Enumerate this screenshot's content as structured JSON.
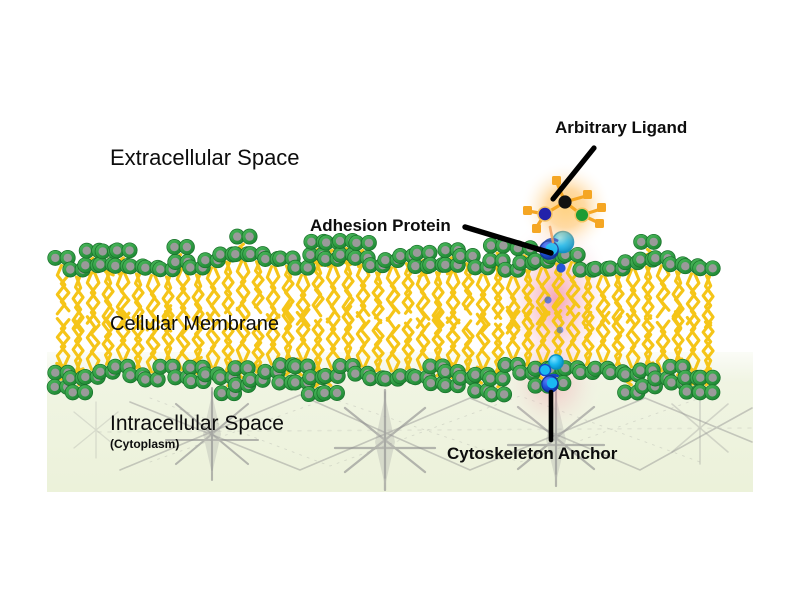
{
  "figure": {
    "kind": "biological-diagram",
    "subject": "Cell membrane adhesion protein binding an arbitrary ligand",
    "background_color": "#ffffff",
    "cytoplasm_tint_color": "#eef3df"
  },
  "labels": {
    "extracellular": "Extracellular Space",
    "membrane": "Cellular Membrane",
    "intracellular": "Intracellular Space",
    "intracellular_sub": "(Cytoplasm)",
    "adhesion_protein": "Adhesion Protein",
    "arbitrary_ligand": "Arbitrary Ligand",
    "cytoskeleton_anchor": "Cytoskeleton Anchor"
  },
  "colors": {
    "lipid_head_ring": "#2f9e41",
    "lipid_head_core": "#9a9a9a",
    "lipid_tail": "#f5c518",
    "protein_cyan": "#16b6ef",
    "protein_blue": "#1b4fd8",
    "ligand_hub_black": "#111111",
    "ligand_node_blue": "#2222aa",
    "ligand_node_green": "#1e9b33",
    "ligand_terminal_orange": "#f5a623",
    "glow_warm": "#ffb347",
    "glow_pink": "#e8607a",
    "cytoskeleton_gray": "#8d8d8d",
    "pointer_black": "#000000",
    "text_black": "#0d0d0d"
  },
  "membrane": {
    "leaflets": 2,
    "lipid_columns": 44,
    "description": "Phospholipid bilayer: green-ringed gray-core head groups with gold zigzag hydrophobic tails"
  },
  "ligand": {
    "hub_count": 3,
    "terminal_count": 6,
    "description": "Branched small molecule with black hub, blue and green nodes, orange square terminals"
  },
  "cytoskeleton": {
    "anchor_count": 4,
    "description": "Faded gray crossing filaments with star-burst anchor junctions under the membrane"
  }
}
